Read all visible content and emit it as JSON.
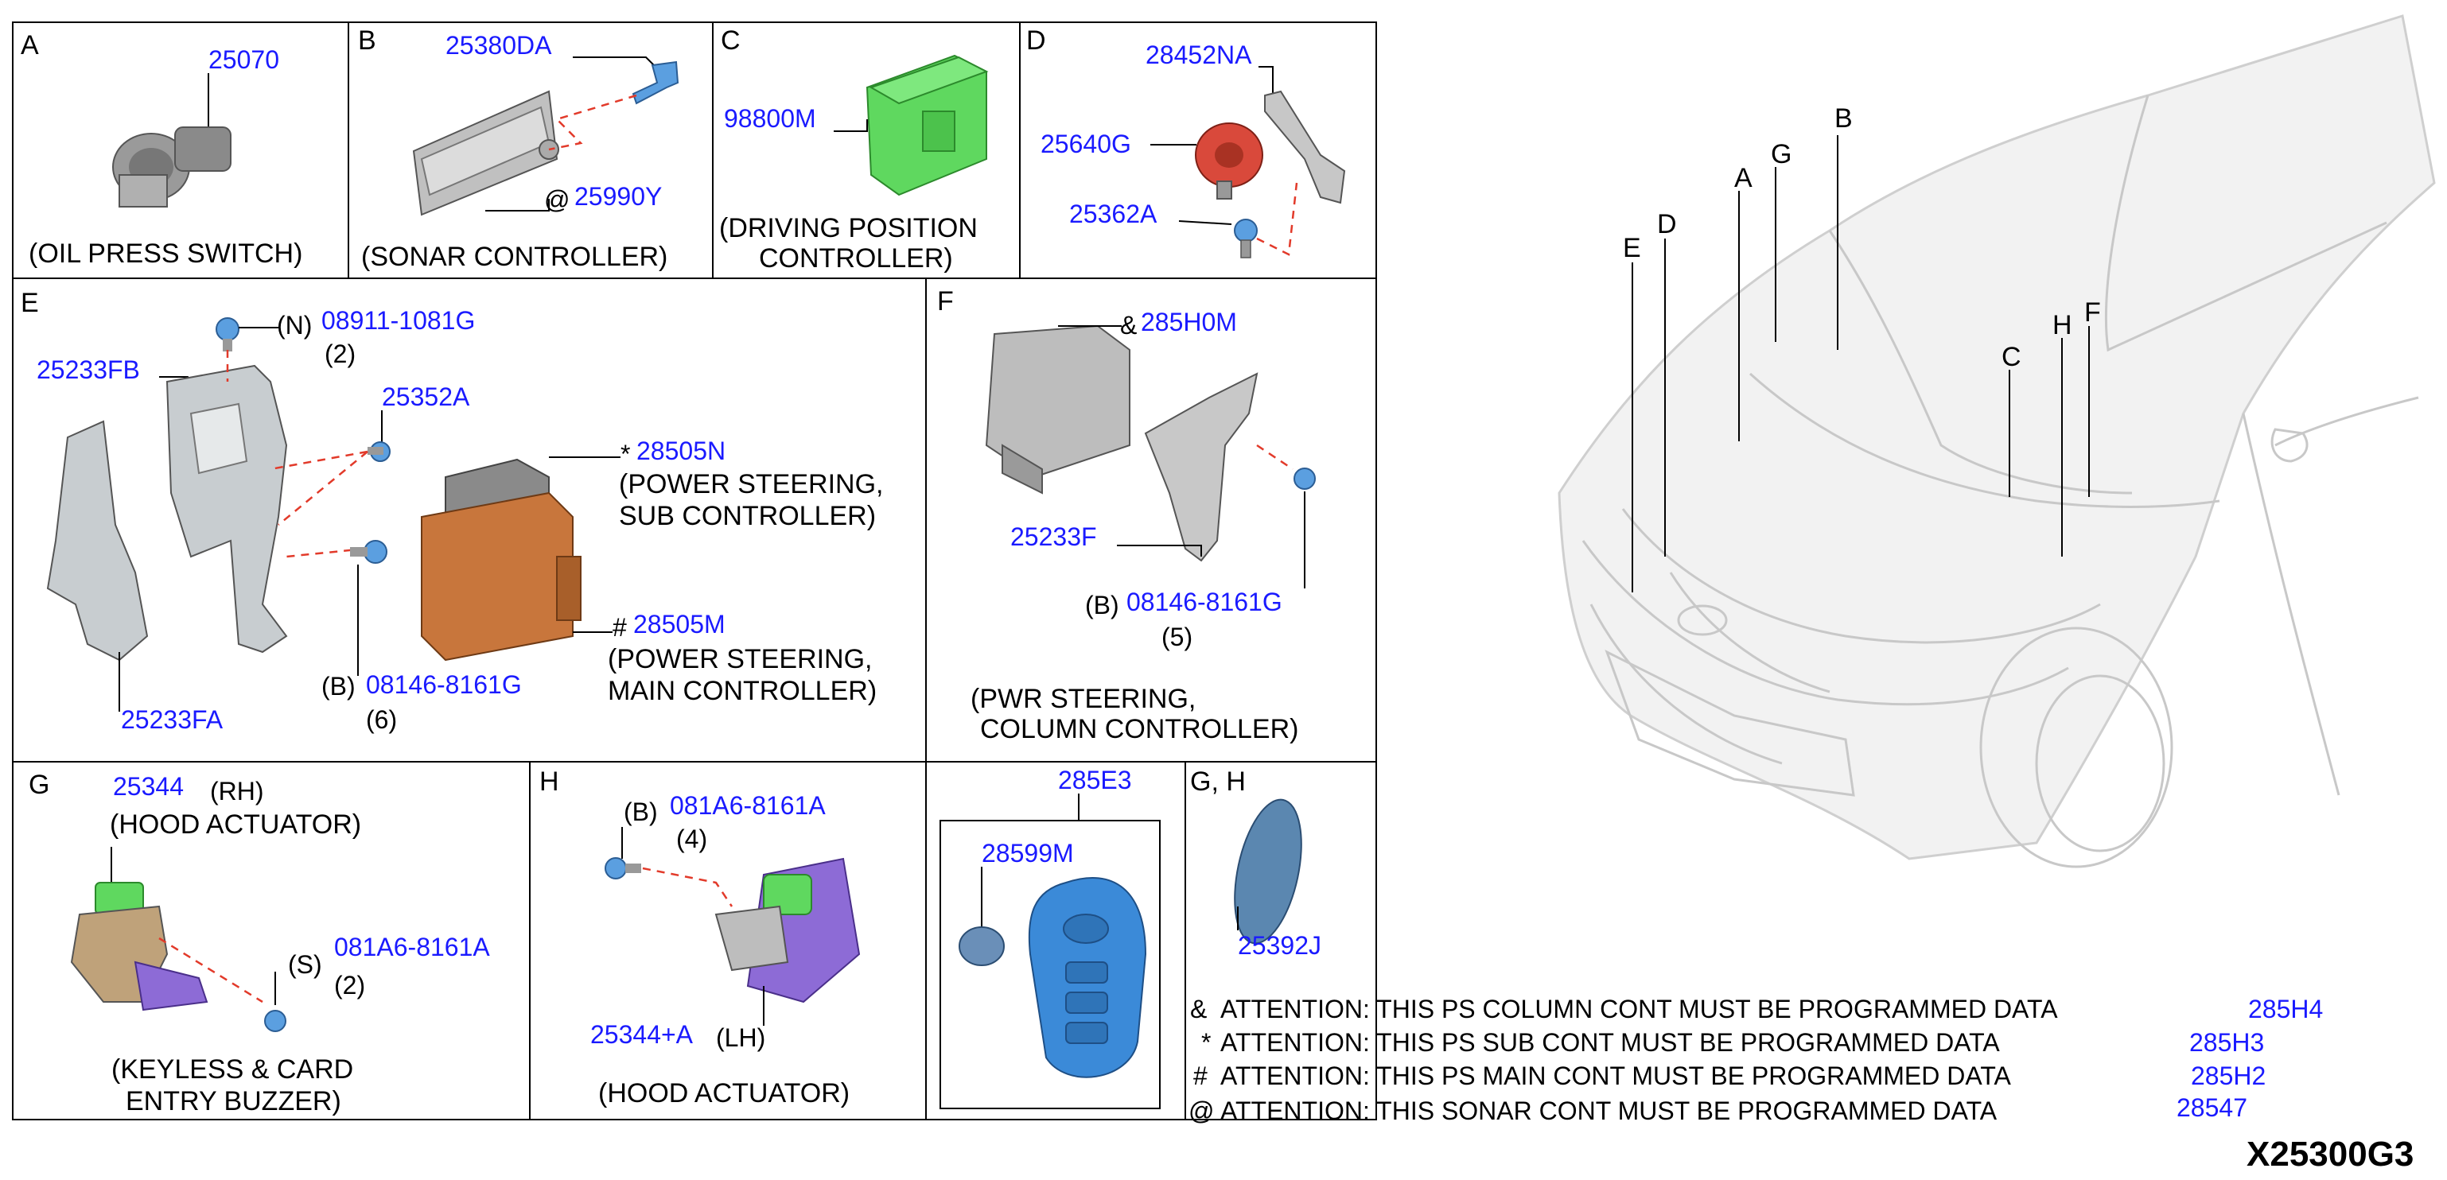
{
  "sections": {
    "A": {
      "letter": "A",
      "parts": [
        "25070"
      ],
      "caption": "(OIL PRESS SWITCH)"
    },
    "B": {
      "letter": "B",
      "parts": [
        "25380DA",
        "@",
        "25990Y"
      ],
      "caption": "(SONAR CONTROLLER)"
    },
    "C": {
      "letter": "C",
      "parts": [
        "98800M"
      ],
      "caption_line1": "(DRIVING POSITION",
      "caption_line2": "CONTROLLER)"
    },
    "D": {
      "letter": "D",
      "parts": [
        "28452NA",
        "25640G",
        "25362A"
      ]
    },
    "E": {
      "letter": "E",
      "parts": [
        "(N)",
        "08911-1081G",
        "(2)",
        "25233FB",
        "25352A",
        "*",
        "28505N",
        "#",
        "28505M",
        "(B)",
        "08146-8161G",
        "(6)",
        "25233FA"
      ],
      "sub_caption_1": "(POWER STEERING,",
      "sub_caption_2": "SUB CONTROLLER)",
      "main_caption_1": "(POWER STEERING,",
      "main_caption_2": "MAIN CONTROLLER)"
    },
    "F": {
      "letter": "F",
      "parts": [
        "&",
        "285H0M",
        "25233F",
        "(B)",
        "08146-8161G",
        "(5)"
      ],
      "caption_line1": "(PWR STEERING,",
      "caption_line2": "COLUMN CONTROLLER)"
    },
    "G": {
      "letter": "G",
      "parts": [
        "25344",
        "(RH)",
        "(S)",
        "081A6-8161A",
        "(2)"
      ],
      "caption_top": "(HOOD ACTUATOR)",
      "caption_line1": "(KEYLESS & CARD",
      "caption_line2": "ENTRY BUZZER)"
    },
    "H": {
      "letter": "H",
      "parts": [
        "(B)",
        "081A6-8161A",
        "(4)",
        "25344+A",
        "(LH)"
      ],
      "caption": "(HOOD ACTUATOR)"
    },
    "key": {
      "parts": [
        "285E3",
        "28599M"
      ]
    },
    "GH": {
      "letter": "G, H",
      "parts": [
        "25392J"
      ]
    }
  },
  "vehicle_callouts": [
    "E",
    "D",
    "A",
    "G",
    "B",
    "C",
    "H",
    "F"
  ],
  "attention_notes": [
    {
      "symbol": "&",
      "text": "ATTENTION: THIS PS COLUMN CONT MUST BE PROGRAMMED DATA",
      "part": "285H4"
    },
    {
      "symbol": "*",
      "text": "ATTENTION: THIS PS SUB CONT MUST BE PROGRAMMED DATA",
      "part": "285H3"
    },
    {
      "symbol": "#",
      "text": "ATTENTION: THIS PS MAIN CONT MUST BE PROGRAMMED DATA",
      "part": "285H2"
    },
    {
      "symbol": "@",
      "text": "ATTENTION: THIS SONAR CONT MUST BE PROGRAMMED DATA",
      "part": "28547"
    }
  ],
  "diagram_id": "X25300G3",
  "colors": {
    "part_number": "#1a1aff",
    "controller_green": "#5fd85f",
    "horn_red": "#d9493b",
    "ecu_orange": "#c8763c",
    "fob_blue": "#3b8ad8",
    "pad_blue": "#5b87b0",
    "dashed_lead": "#e23a2a"
  }
}
